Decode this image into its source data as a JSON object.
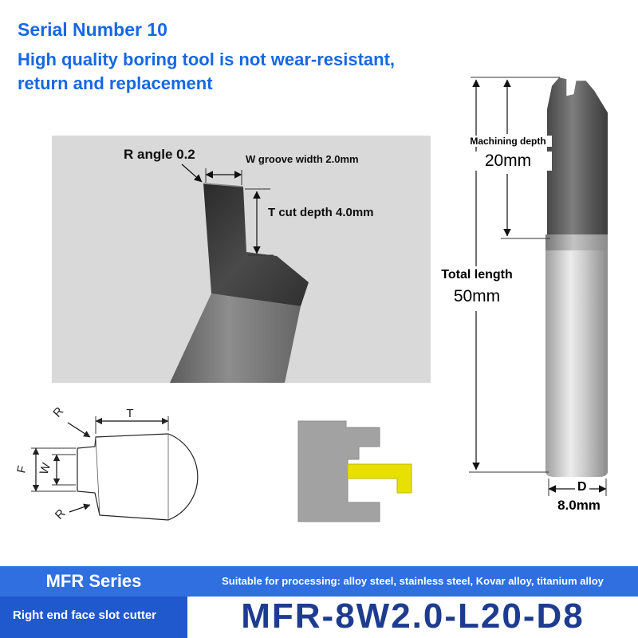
{
  "header": {
    "serial_number": "Serial Number 10",
    "tagline_line1": "High quality boring tool is not wear-resistant,",
    "tagline_line2": "return and replacement"
  },
  "annotations": {
    "r_angle": "R angle 0.2",
    "w_groove": "W groove width 2.0mm",
    "t_cut": "T cut depth 4.0mm",
    "machining_depth_label": "Machining depth",
    "machining_depth_value": "20mm",
    "total_length_label": "Total length",
    "total_length_value": "50mm",
    "diameter_label": "D",
    "diameter_value": "8.0mm"
  },
  "diagram_labels": {
    "r_top": "R",
    "t": "T",
    "f": "F",
    "w": "W",
    "r_bottom": "R"
  },
  "footer": {
    "series": "MFR Series",
    "series_desc": "Right end face slot cutter",
    "suitable": "Suitable for processing: alloy steel, stainless steel, Kovar alloy, titanium alloy",
    "model": "MFR-8W2.0-L20-D8"
  },
  "colors": {
    "accent_blue": "#1668e3",
    "banner_blue": "#2f6fe0",
    "banner_blue_dark": "#2058ce",
    "model_navy": "#1e3c8f",
    "panel_gray": "#d9d9d9",
    "insert_yellow": "#e8e000"
  }
}
